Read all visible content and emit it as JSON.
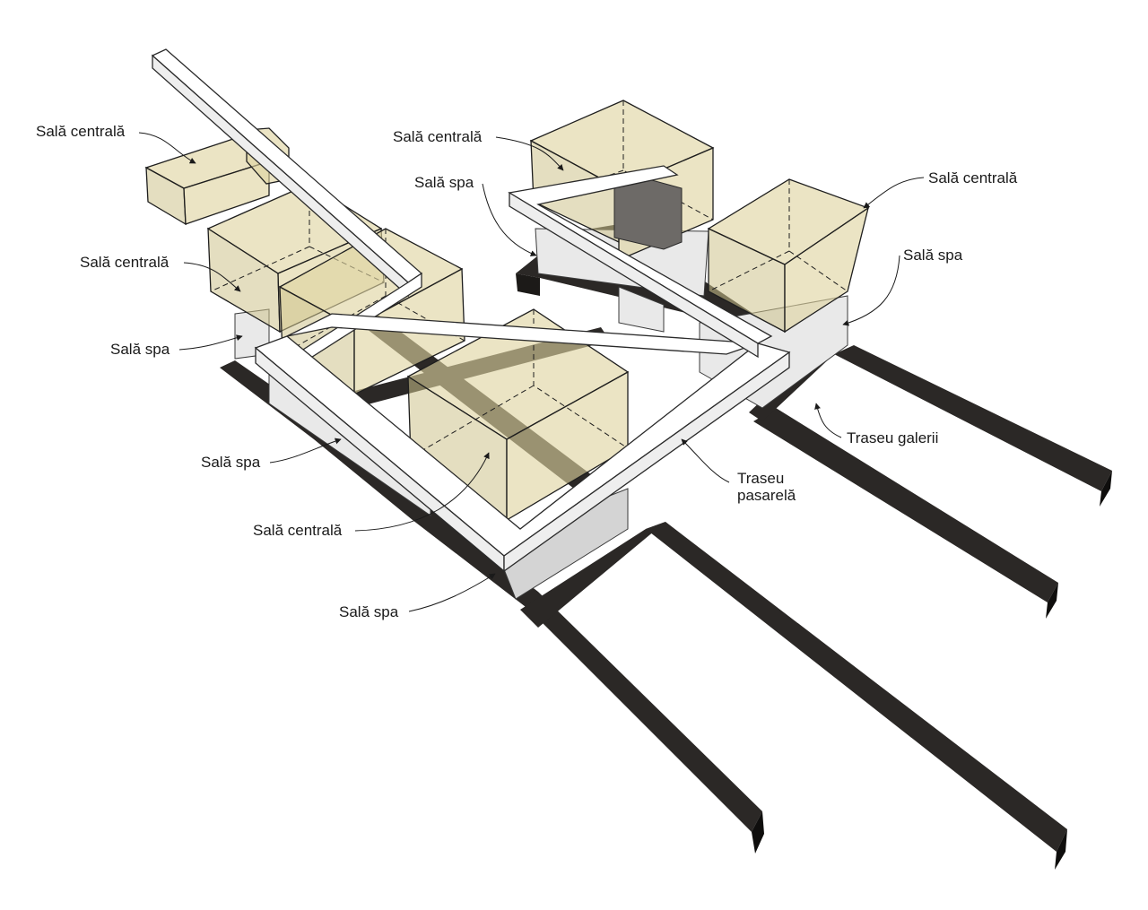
{
  "labels": {
    "sala_centrala": "Sală centrală",
    "sala_spa": "Sală spa",
    "traseu_galerii": "Traseu galerii",
    "traseu_pasarela_line1": "Traseu",
    "traseu_pasarela_line2": "pasarelă"
  },
  "colors": {
    "gallery": "#2b2826",
    "central_hall_fill": "#ded4a0",
    "spa_hall_fill": "#e9e9e9",
    "walkway": "#ffffff",
    "label_text": "#1a1a1a"
  }
}
